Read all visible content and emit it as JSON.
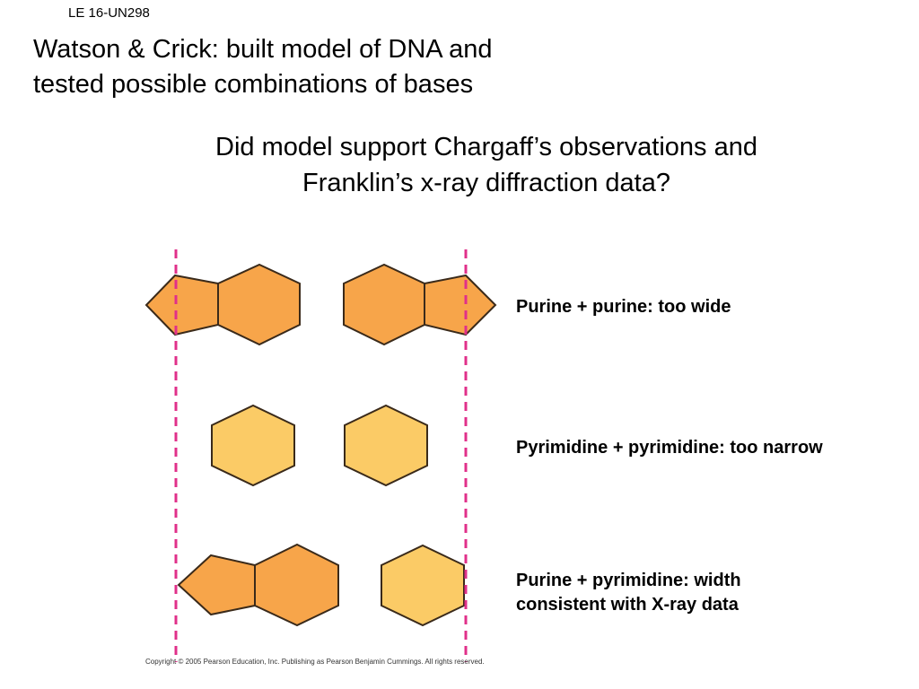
{
  "slide_id": "LE 16-UN298",
  "title": "Watson & Crick: built model of DNA and\ntested possible combinations of bases",
  "question": "Did model support Chargaff’s observations and\nFranklin’s x-ray diffraction data?",
  "pairings": [
    {
      "label": "Purine + purine: too wide"
    },
    {
      "label": "Pyrimidine + pyrimidine: too narrow"
    },
    {
      "label": "Purine + pyrimidine: width\nconsistent with X-ray data"
    }
  ],
  "copyright": "Copyright © 2005 Pearson Education, Inc. Publishing as Pearson Benjamin Cummings. All rights reserved.",
  "colors": {
    "purine": "#f7a54a",
    "pyrimidine": "#fbcb66",
    "outline": "#3a2a1a",
    "guide_line": "#e0308a"
  }
}
